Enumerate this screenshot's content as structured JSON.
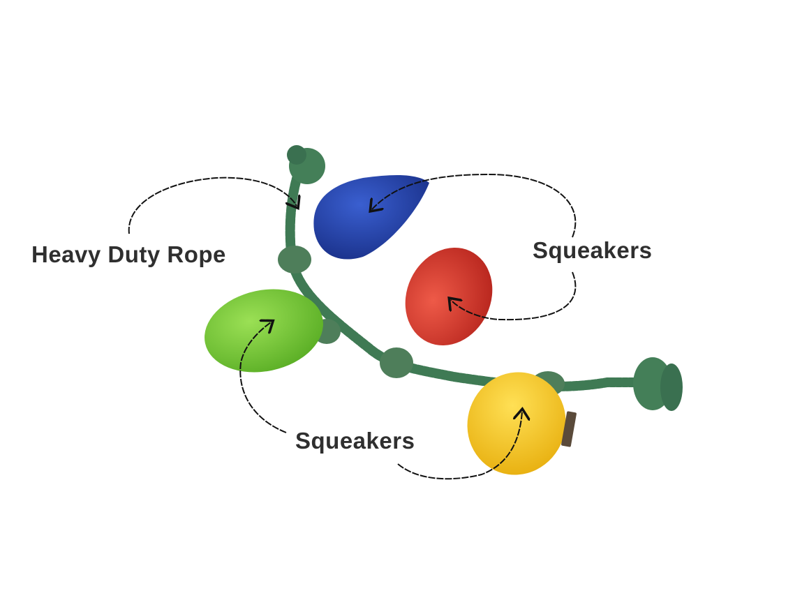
{
  "labels": {
    "rope": "Heavy Duty Rope",
    "squeakers_top": "Squeakers",
    "squeakers_bottom": "Squeakers"
  },
  "colors": {
    "rope": "#3f7a54",
    "blue_bulb": "#2446b0",
    "red_bulb": "#db3a2e",
    "green_bulb": "#7ccc3a",
    "yellow_bulb": "#f4c92a",
    "text": "#2f2f2f"
  }
}
